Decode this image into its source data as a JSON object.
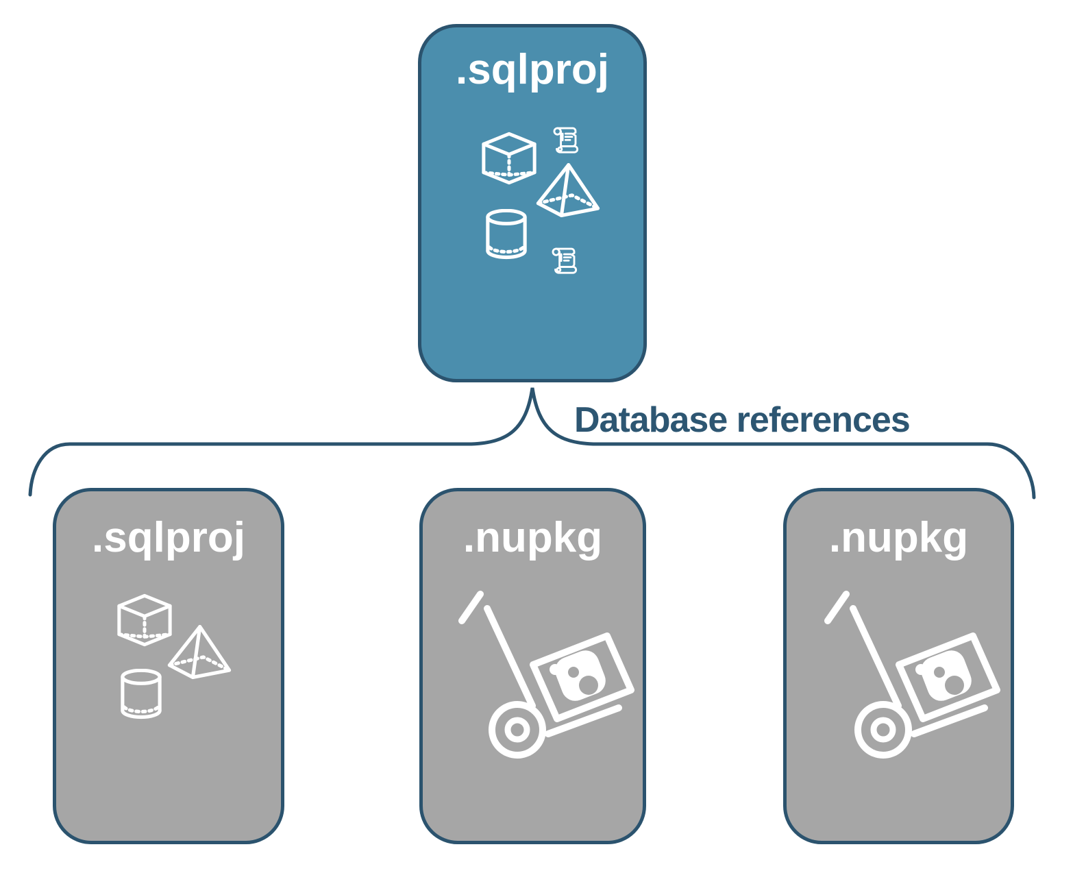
{
  "diagram": {
    "connector_label": "Database references",
    "top_box": {
      "label": ".sqlproj"
    },
    "child_boxes": [
      {
        "label": ".sqlproj"
      },
      {
        "label": ".nupkg"
      },
      {
        "label": ".nupkg"
      }
    ],
    "icons": {
      "top_box": [
        "scroll-icon",
        "cube-icon",
        "pyramid-icon",
        "cylinder-icon",
        "scroll-icon"
      ],
      "child_box_0": [
        "cube-icon",
        "pyramid-icon",
        "cylinder-icon"
      ],
      "child_box_1": [
        "hand-truck-package-icon"
      ],
      "child_box_2": [
        "hand-truck-package-icon"
      ]
    },
    "colors": {
      "accent_fill": "#4b8ead",
      "child_fill": "#a6a6a6",
      "border": "#2b536e",
      "label_text": "#2d5672",
      "icon": "#ffffff"
    }
  }
}
